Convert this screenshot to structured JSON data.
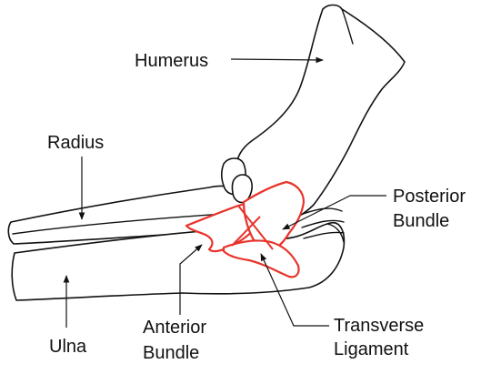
{
  "labels": {
    "humerus": "Humerus",
    "radius": "Radius",
    "ulna": "Ulna",
    "posterior_line1": "Posterior",
    "posterior_line2": "Bundle",
    "anterior_line1": "Anterior",
    "anterior_line2": "Bundle",
    "transverse_line1": "Transverse",
    "transverse_line2": "Ligament"
  },
  "colors": {
    "outline": "#111111",
    "ligament": "#e8332a",
    "background": "#ffffff"
  }
}
